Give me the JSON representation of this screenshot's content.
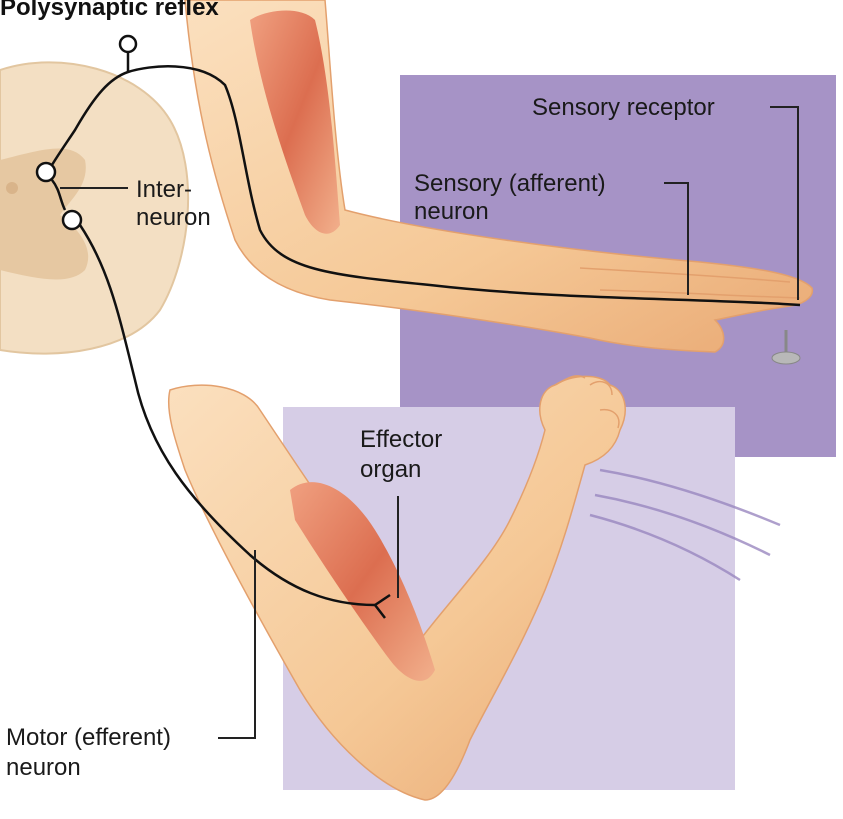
{
  "title": "Polysynaptic reflex",
  "labels": {
    "sensory_receptor": "Sensory receptor",
    "sensory_neuron_line1": "Sensory (afferent)",
    "sensory_neuron_line2": "neuron",
    "interneuron_line1": "Inter-",
    "interneuron_line2": "neuron",
    "effector_line1": "Effector",
    "effector_line2": "organ",
    "motor_neuron_line1": "Motor (efferent)",
    "motor_neuron_line2": "neuron"
  },
  "colors": {
    "upper_panel": "#a693c6",
    "lower_panel": "#d6cde6",
    "skin": "#f6c99c",
    "skin_shadow": "#e8a878",
    "muscle": "#e07a5a",
    "spinal_cord": "#f3dfc3",
    "grey_matter": "#e6c8a2",
    "nerve": "#111111"
  }
}
